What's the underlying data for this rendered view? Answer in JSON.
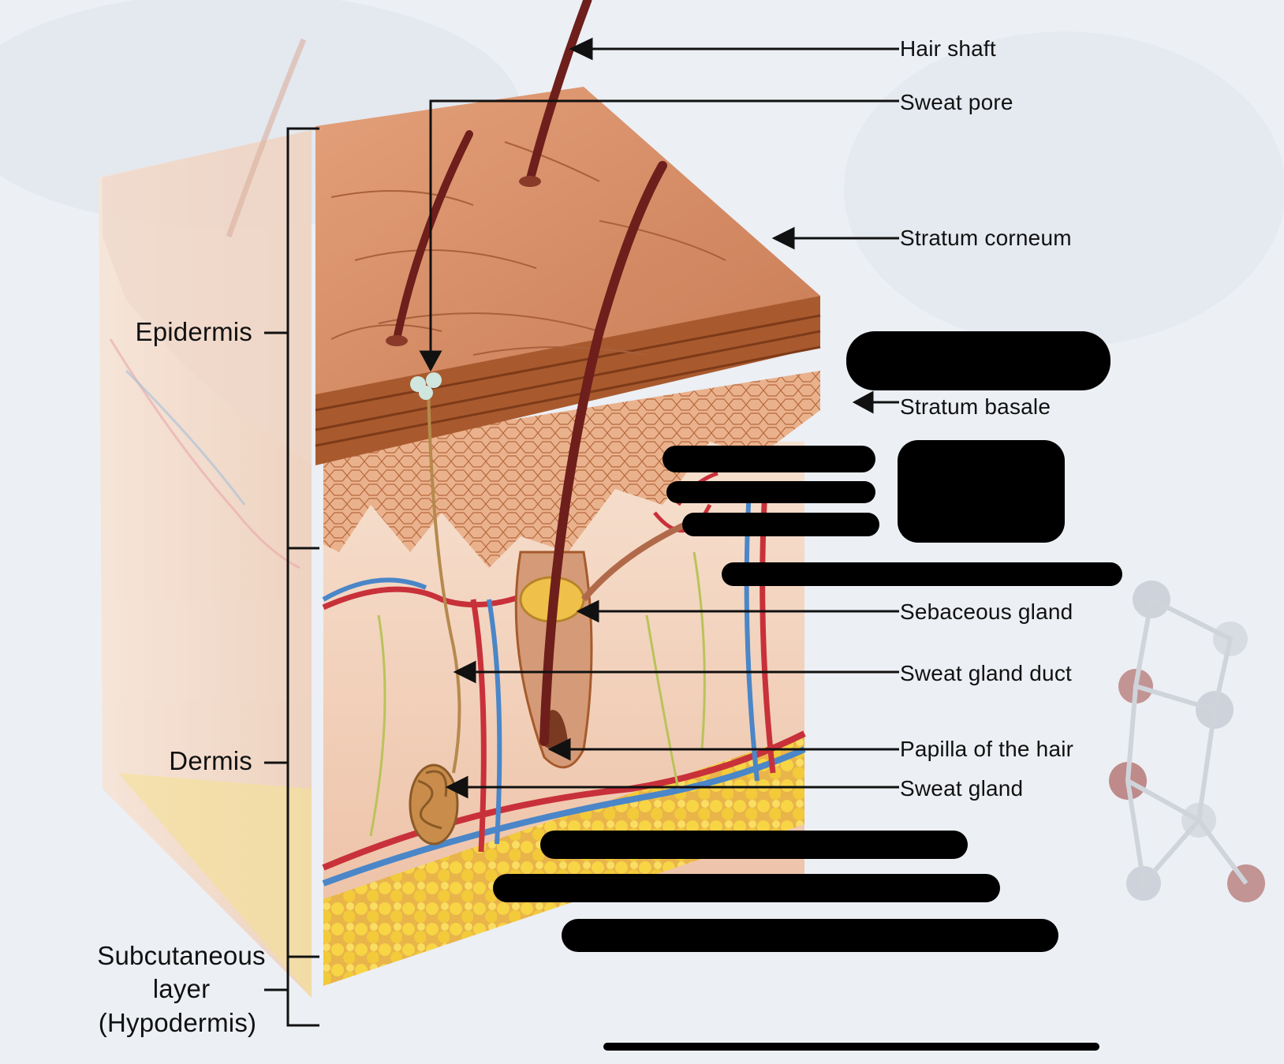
{
  "labels_right": [
    {
      "id": "hair-shaft",
      "text": "Hair shaft"
    },
    {
      "id": "sweat-pore",
      "text": "Sweat pore"
    },
    {
      "id": "stratum-corneum",
      "text": "Stratum corneum"
    },
    {
      "id": "stratum-basale",
      "text": "Stratum basale"
    },
    {
      "id": "sebaceous-gland",
      "text": "Sebaceous gland"
    },
    {
      "id": "sweat-gland-duct",
      "text": "Sweat gland duct"
    },
    {
      "id": "papilla-of-the-hair",
      "text": "Papilla of the hair"
    },
    {
      "id": "sweat-gland",
      "text": "Sweat gland"
    }
  ],
  "labels_left": {
    "epidermis": "Epidermis",
    "dermis": "Dermis",
    "subcutaneous_1": "Subcutaneous",
    "subcutaneous_2": "layer",
    "subcutaneous_3": "(Hypodermis)"
  },
  "colors": {
    "skin_surface": "#cf8a63",
    "epidermis_band": "#a65a2c",
    "dermis": "#f3d4bf",
    "fat": "#f2c93a",
    "artery": "#c8313a",
    "vein": "#4a86c8",
    "hair": "#6e1f1c",
    "redaction": "#000000"
  }
}
